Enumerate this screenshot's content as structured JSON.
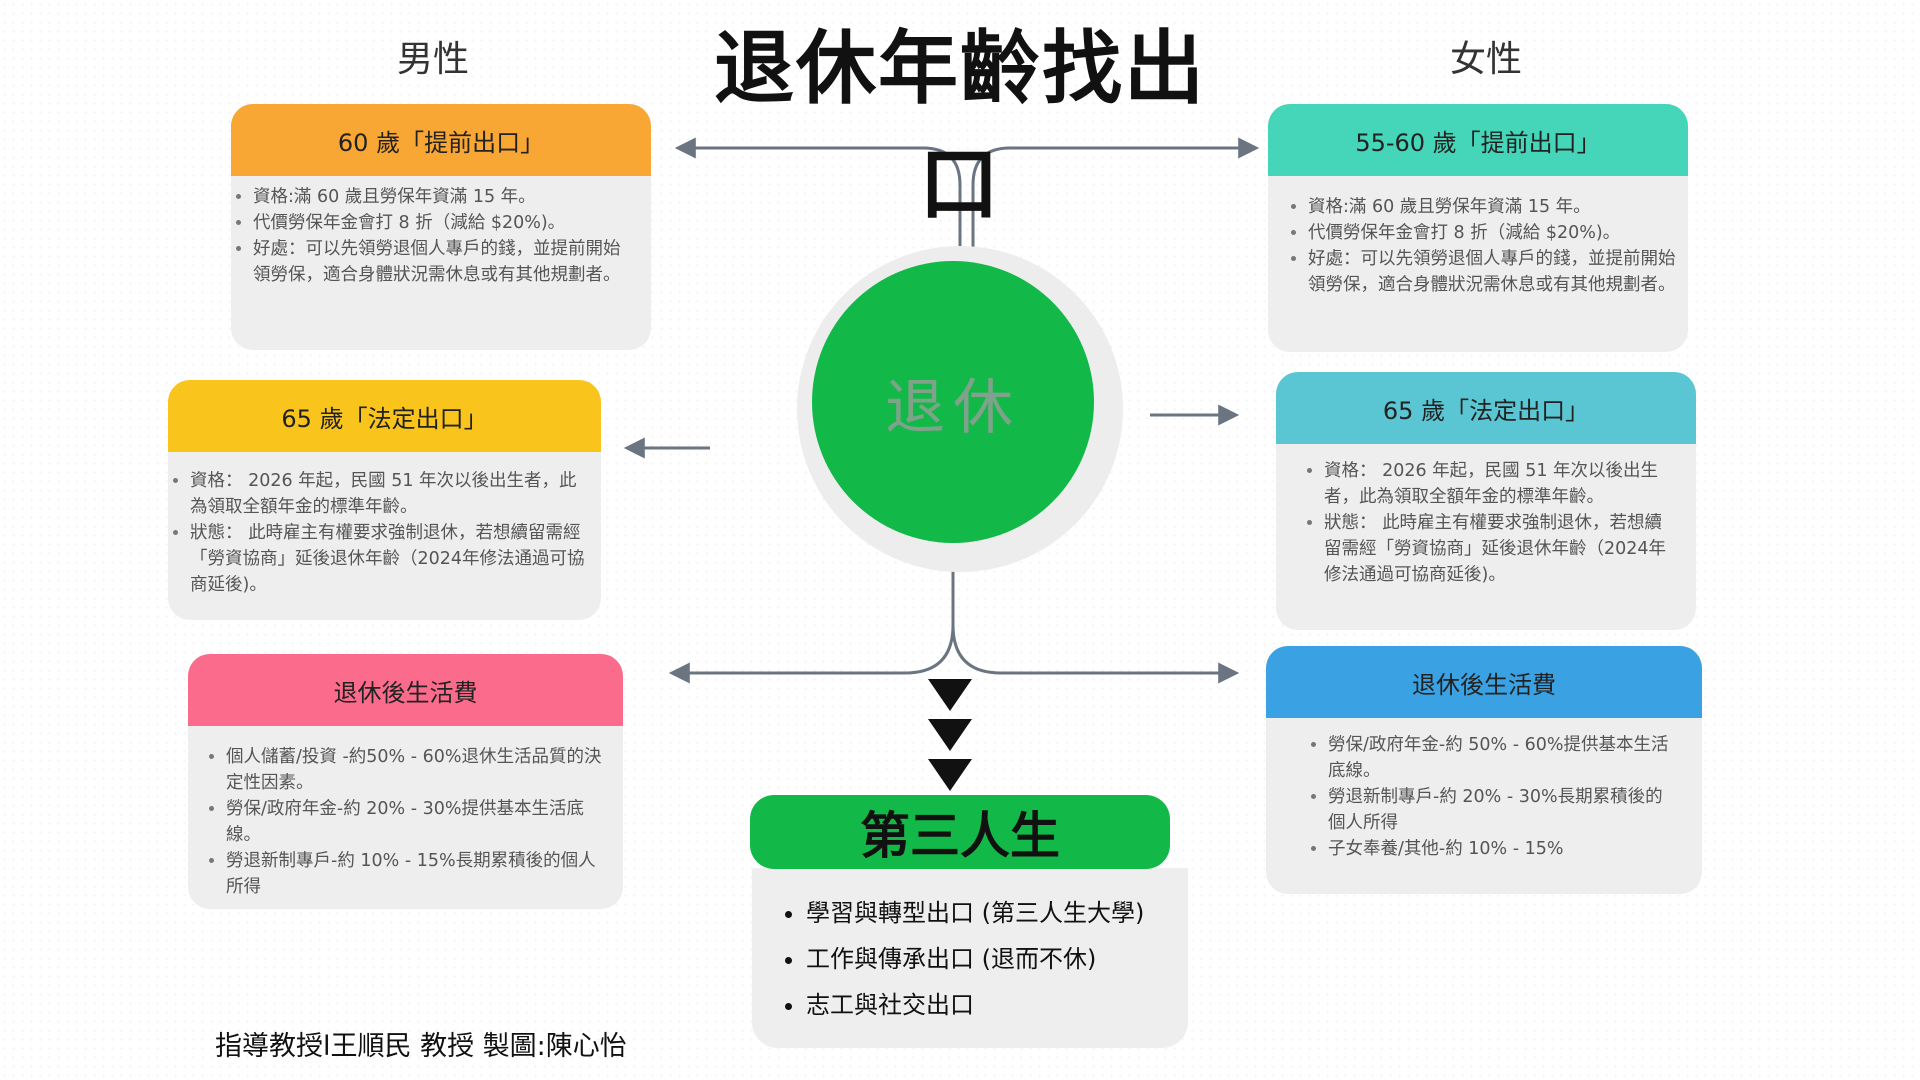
{
  "title": "退休年齡找出口",
  "male_label": "男性",
  "female_label": "女性",
  "center_label": "退休",
  "colors": {
    "orange": "#f8a634",
    "yellow": "#f9c41c",
    "pink": "#fb6b8b",
    "teal": "#45d5b9",
    "cyan": "#5ac6d3",
    "blue": "#3aa2e3",
    "green": "#12b949",
    "connector": "#6b7582",
    "card_body": "#eeeeee"
  },
  "male": {
    "early": {
      "title": "60 歲「提前出口」",
      "items": [
        "資格:滿 60 歲且勞保年資滿 15 年。",
        "代價勞保年金會打 8 折（減給 $20%)。",
        "好處：可以先領勞退個人專戶的錢，並提前開始領勞保，適合身體狀況需休息或有其他規劃者。"
      ]
    },
    "legal": {
      "title": "65 歲「法定出口」",
      "items": [
        "資格： 2026 年起，民國 51 年次以後出生者，此為領取全額年金的標準年齡。",
        "狀態： 此時雇主有權要求強制退休，若想續留需經「勞資協商」延後退休年齡（2024年修法通過可協商延後)。"
      ]
    },
    "living": {
      "title": "退休後生活費",
      "items": [
        " 個人儲蓄/投資 -約50% - 60%退休生活品質的決定性因素。",
        " 勞保/政府年金-約 20% - 30%提供基本生活底線。",
        "勞退新制專戶-約 10% - 15%長期累積後的個人所得"
      ]
    }
  },
  "female": {
    "early": {
      "title": "55-60 歲「提前出口」",
      "items": [
        "資格:滿 60 歲且勞保年資滿 15 年。",
        "代價勞保年金會打 8 折（減給 $20%)。",
        "好處：可以先領勞退個人專戶的錢，並提前開始領勞保，適合身體狀況需休息或有其他規劃者。"
      ]
    },
    "legal": {
      "title": "65 歲「法定出口」",
      "items": [
        "資格： 2026 年起，民國 51 年次以後出生者，此為領取全額年金的標準年齡。",
        "狀態： 此時雇主有權要求強制退休，若想續留需經「勞資協商」延後退休年齡（2024年修法通過可協商延後)。"
      ]
    },
    "living": {
      "title": "退休後生活費",
      "items": [
        "勞保/政府年金-約 50% - 60%提供基本生活底線。",
        "勞退新制專戶-約 20% - 30%長期累積後的 個人所得",
        "子女奉養/其他-約 10% - 15%"
      ]
    }
  },
  "third_life": {
    "title": "第三人生",
    "items": [
      "學習與轉型出口 (第三人生大學)",
      "工作與傳承出口 (退而不休)",
      "志工與社交出口"
    ]
  },
  "credit": "指導教授l王順民 教授 製圖:陳心怡"
}
